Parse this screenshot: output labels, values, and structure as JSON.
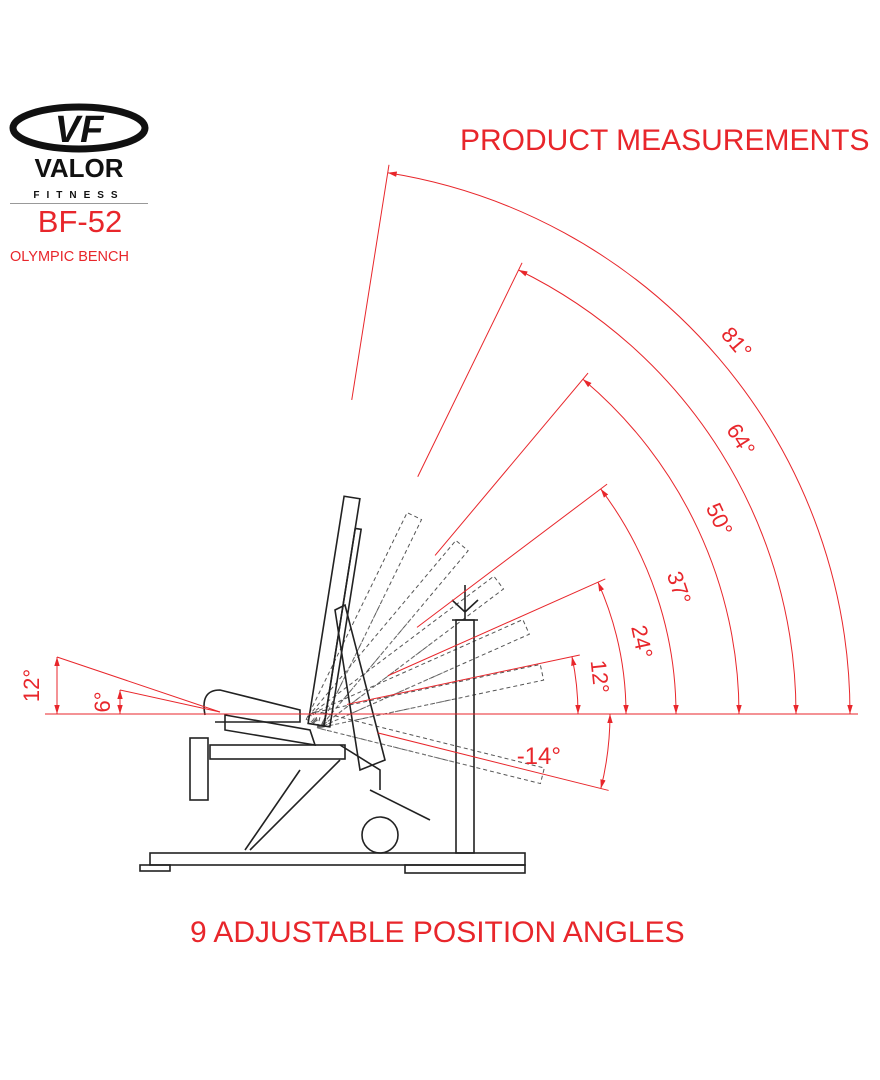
{
  "brand": {
    "logo_mark": "VF",
    "name": "VALOR",
    "tagline": "FITNESS"
  },
  "header": {
    "title": "PRODUCT MEASUREMENTS",
    "model": "BF-52",
    "subtitle": "OLYMPIC BENCH"
  },
  "footer": {
    "caption": "9 ADJUSTABLE POSITION ANGLES"
  },
  "colors": {
    "accent": "#e8262b",
    "line": "#222222"
  },
  "backrest_angles": [
    {
      "value": 81,
      "label": "81°"
    },
    {
      "value": 64,
      "label": "64°"
    },
    {
      "value": 50,
      "label": "50°"
    },
    {
      "value": 37,
      "label": "37°"
    },
    {
      "value": 24,
      "label": "24°"
    },
    {
      "value": 12,
      "label": "12°"
    },
    {
      "value": -14,
      "label": "-14°"
    }
  ],
  "seat_angles": [
    {
      "value": 12,
      "label": "12°"
    },
    {
      "value": 6,
      "label": "6°"
    }
  ]
}
